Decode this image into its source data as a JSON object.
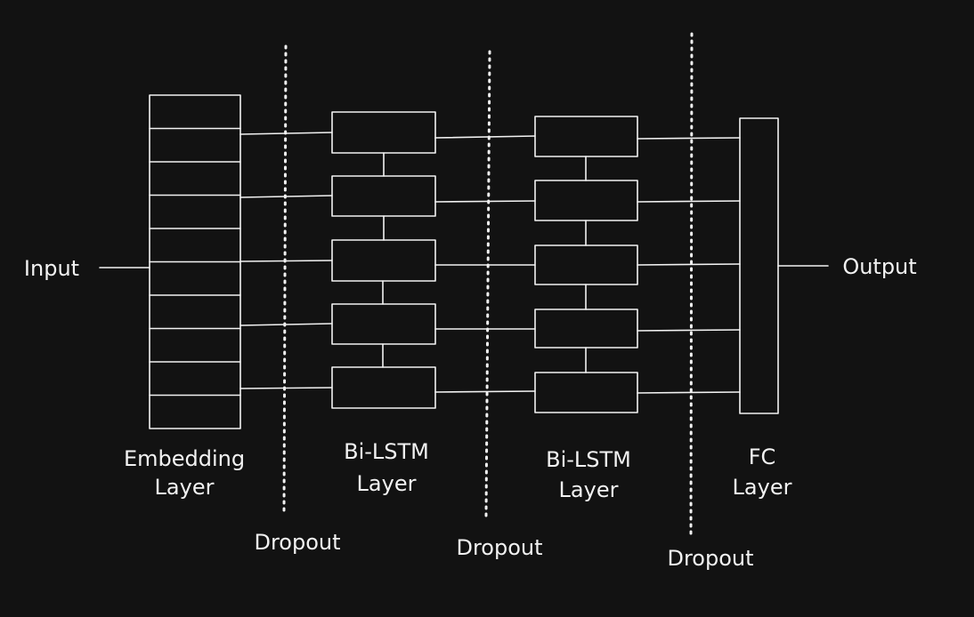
{
  "diagram": {
    "input_label": "Input",
    "output_label": "Output",
    "embedding": {
      "line1": "Embedding",
      "line2": "Layer",
      "cells": 10
    },
    "bilstm_1": {
      "line1": "Bi-LSTM",
      "line2": "Layer",
      "units": 5
    },
    "bilstm_2": {
      "line1": "Bi-LSTM",
      "line2": "Layer",
      "units": 5
    },
    "fc": {
      "line1": "FC",
      "line2": "Layer"
    },
    "dropouts": [
      {
        "label": "Dropout"
      },
      {
        "label": "Dropout"
      },
      {
        "label": "Dropout"
      }
    ],
    "colors": {
      "background": "#121212",
      "stroke": "#f2f2f2"
    }
  }
}
